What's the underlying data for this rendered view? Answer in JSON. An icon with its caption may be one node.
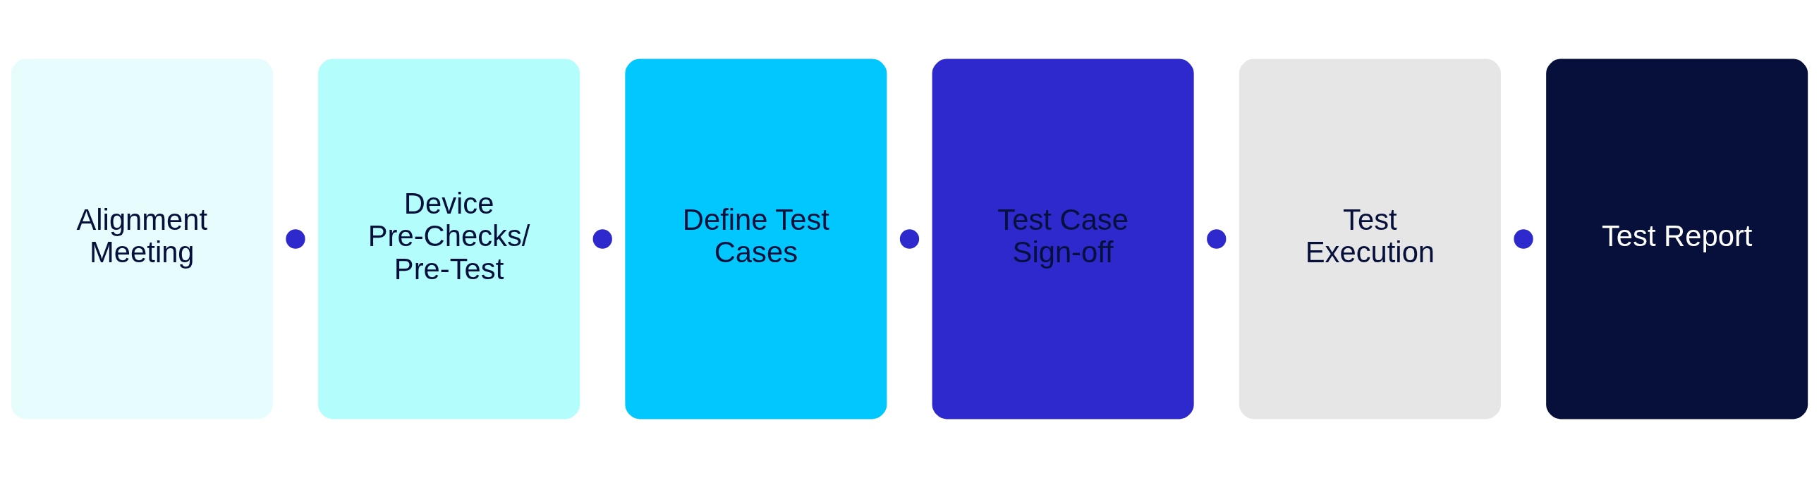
{
  "diagram": {
    "nodes": [
      {
        "text": [
          "Alignment Meeting"
        ]
      },
      {
        "text": [],
        "shape": "circle"
      },
      {
        "text": [
          "Device Pre-Checks/ Pre-Test"
        ]
      },
      {
        "text": [],
        "shape": "circle"
      },
      {
        "text": [
          "Define Test Cases"
        ]
      },
      {
        "text": [],
        "shape": "circle"
      },
      {
        "text": [
          "Test Case Sign-off"
        ]
      },
      {
        "text": [],
        "shape": "circle"
      },
      {
        "text": [
          "Test Execution"
        ]
      },
      {
        "text": [],
        "shape": "circle"
      },
      {
        "text": [
          "Test Report"
        ]
      }
    ]
  }
}
